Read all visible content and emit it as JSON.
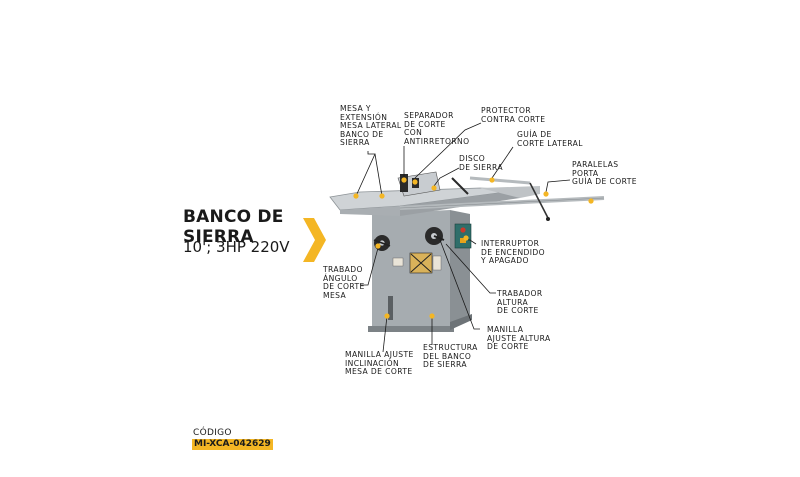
{
  "title": "BANCO DE\nSIERRA",
  "subtitle": "10'; 3HP 220V",
  "code": {
    "label": "CÓDIGO",
    "value": "MI-XCA-042629"
  },
  "labels": {
    "mesa_extension": "MESA Y\nEXTENSIÓN\nMESA LATERAL\nBANCO DE\nSIERRA",
    "separador": "SEPARADOR\nDE CORTE\nCON\nANTIRRETORNO",
    "protector": "PROTECTOR\nCONTRA CORTE",
    "guia_lateral": "GUÍA DE\nCORTE LATERAL",
    "disco": "DISCO\nDE SIERRA",
    "paralelas": "PARALELAS\nPORTA\nGUÍA DE CORTE",
    "interruptor": "INTERRUPTOR\nDE ENCENDIDO\nY APAGADO",
    "trabado_angulo": "TRABADO\nÁNGULO\nDE CORTE\nMESA",
    "trabador_altura": "TRABADOR\nALTURA\nDE CORTE",
    "manilla_altura": "MANILLA\nAJUSTE ALTURA\nDE CORTE",
    "estructura": "ESTRUCTURA\nDEL BANCO\nDE SIERRA",
    "manilla_inclinacion": "MANILLA AJUSTE\nINCLINACIÓN\nMESA DE CORTE"
  },
  "colors": {
    "accent": "#f4b624",
    "body": "#9ea4a8",
    "table": "#c8ccd0",
    "line": "#1a1a1a"
  }
}
